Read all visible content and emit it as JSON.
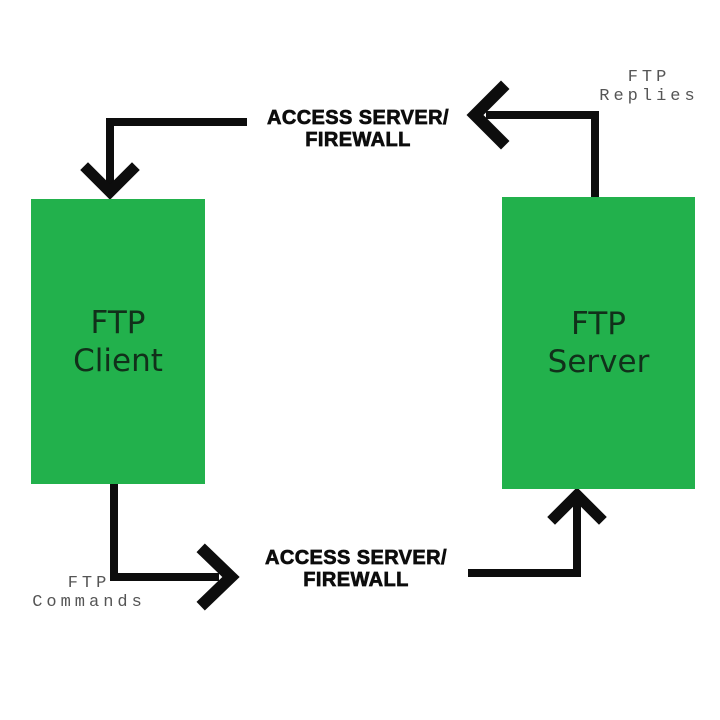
{
  "nodes": {
    "client": {
      "line1": "FTP",
      "line2": "Client"
    },
    "server": {
      "line1": "FTP",
      "line2": "Server"
    }
  },
  "gateways": {
    "top": {
      "line1": "ACCESS SERVER/",
      "line2": "FIREWALL"
    },
    "bottom": {
      "line1": "ACCESS SERVER/",
      "line2": "FIREWALL"
    }
  },
  "flow_labels": {
    "replies": {
      "line1": "FTP",
      "line2": "Replies"
    },
    "commands": {
      "line1": "FTP",
      "line2": "Commands"
    }
  },
  "colors": {
    "node_fill": "#22b14c",
    "node_text": "#11301a",
    "connector": "#0d0d0d",
    "flow_label_text": "#555555",
    "background": "#ffffff"
  }
}
